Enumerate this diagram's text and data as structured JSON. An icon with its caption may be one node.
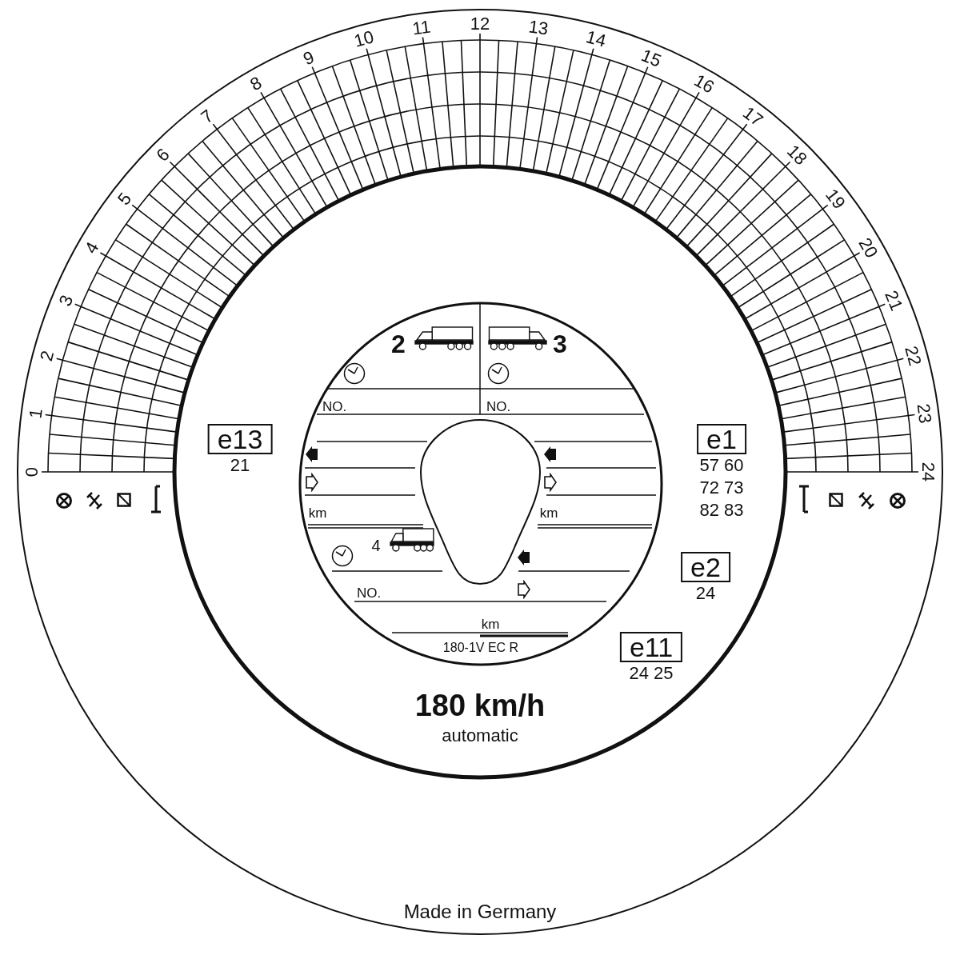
{
  "diagram": {
    "nodes": [
      {
        "text": [
          "e13"
        ],
        "beside": [
          "21"
        ]
      },
      {
        "text": [
          "e1"
        ],
        "beside": [
          "57 60",
          "72 73",
          "82 83"
        ]
      },
      {
        "text": [
          "e2"
        ],
        "beside": [
          "24"
        ]
      },
      {
        "text": [
          "e11"
        ],
        "beside": [
          "24 25"
        ]
      }
    ],
    "labels": [
      "0",
      "1",
      "2",
      "3",
      "4",
      "5",
      "6",
      "7",
      "8",
      "9",
      "10",
      "11",
      "12",
      "13",
      "14",
      "15",
      "16",
      "17",
      "18",
      "19",
      "20",
      "21",
      "22",
      "23",
      "24",
      "2",
      "3",
      "NO.",
      "NO.",
      "km",
      "km",
      "4",
      "NO.",
      "km",
      "180-1V EC R",
      "180 km/h",
      "automatic",
      "Made in Germany"
    ]
  }
}
